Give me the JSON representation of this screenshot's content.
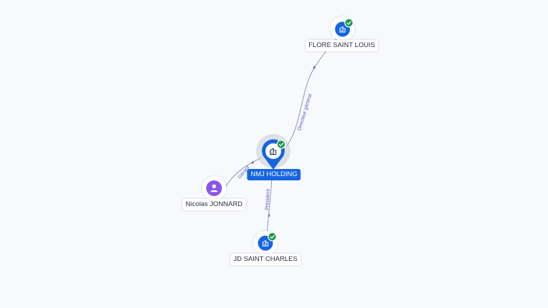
{
  "colors": {
    "background": "#f8f9fd",
    "company": "#1565e0",
    "person": "#8a56e8",
    "check": "#1e9a4c",
    "edge": "#7c8096",
    "edge_label": "#4f5fd0"
  },
  "nodes": {
    "center": {
      "label": "NMJ HOLDING",
      "icon": "building-icon",
      "verified": true
    },
    "flore": {
      "label": "FLORE SAINT LOUIS",
      "icon": "building-icon",
      "verified": true
    },
    "nicolas": {
      "label": "Nicolas JONNARD",
      "icon": "person-icon"
    },
    "jd": {
      "label": "JD SAINT CHARLES",
      "icon": "building-icon",
      "verified": true
    }
  },
  "edges": {
    "flore": {
      "label": "Directeur général"
    },
    "nicolas": {
      "label": "Gérant"
    },
    "jd": {
      "label": "Président"
    }
  }
}
